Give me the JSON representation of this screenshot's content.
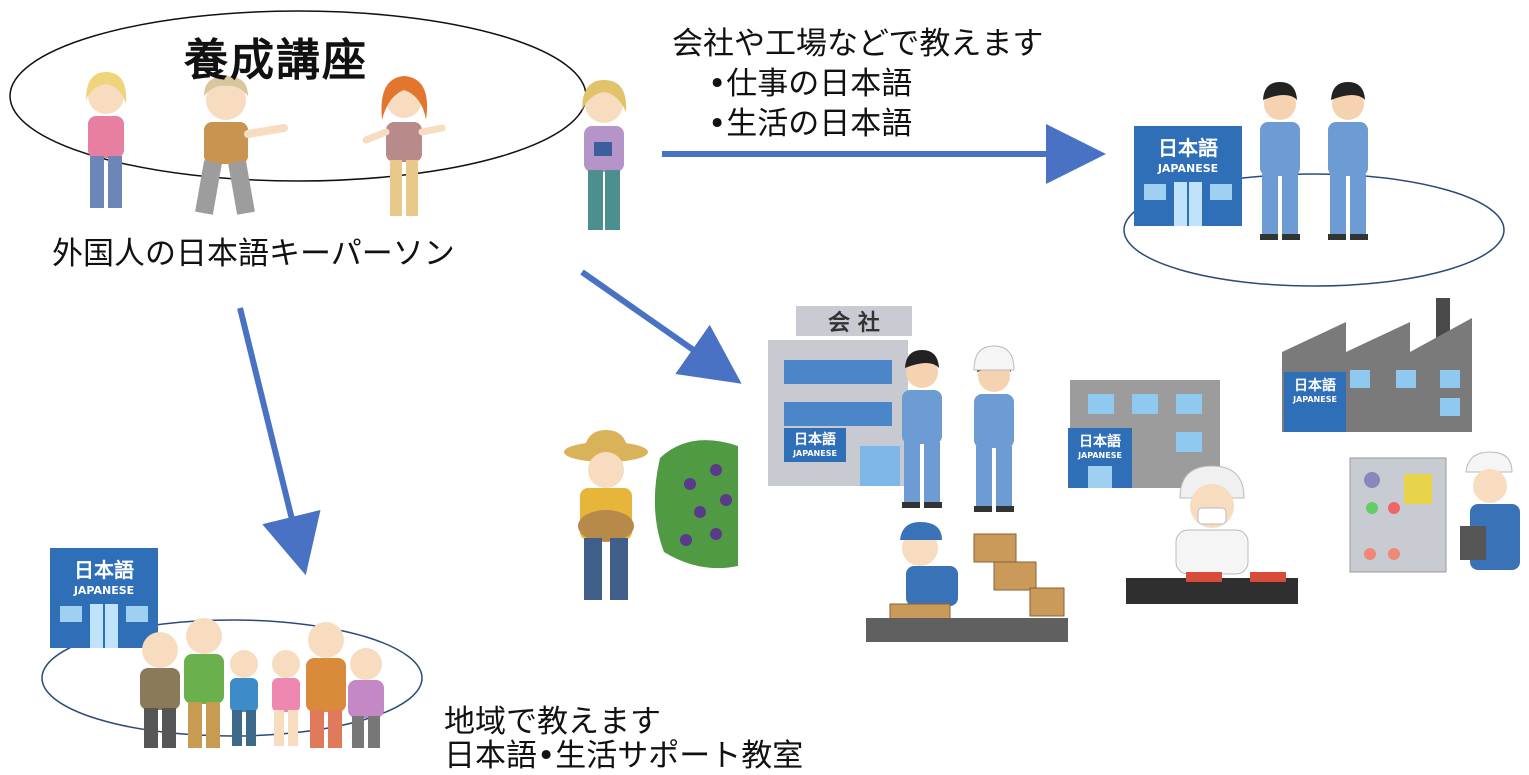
{
  "training": {
    "title": "養成講座",
    "caption": "外国人の日本語キーパーソン"
  },
  "workplace": {
    "heading": "会社や工場などで教えます",
    "bullet_1": "•仕事の日本語",
    "bullet_2": "•生活の日本語",
    "company_sign": "会 社"
  },
  "community": {
    "line_1": "地域で教えます",
    "line_2": "日本語•生活サポート教室"
  },
  "school_sign": {
    "main": "日本語",
    "sub": "JAPANESE"
  },
  "colors": {
    "arrow": "#4a72c4",
    "building": "#2f6fb8",
    "uniform": "#6d9bd3"
  }
}
